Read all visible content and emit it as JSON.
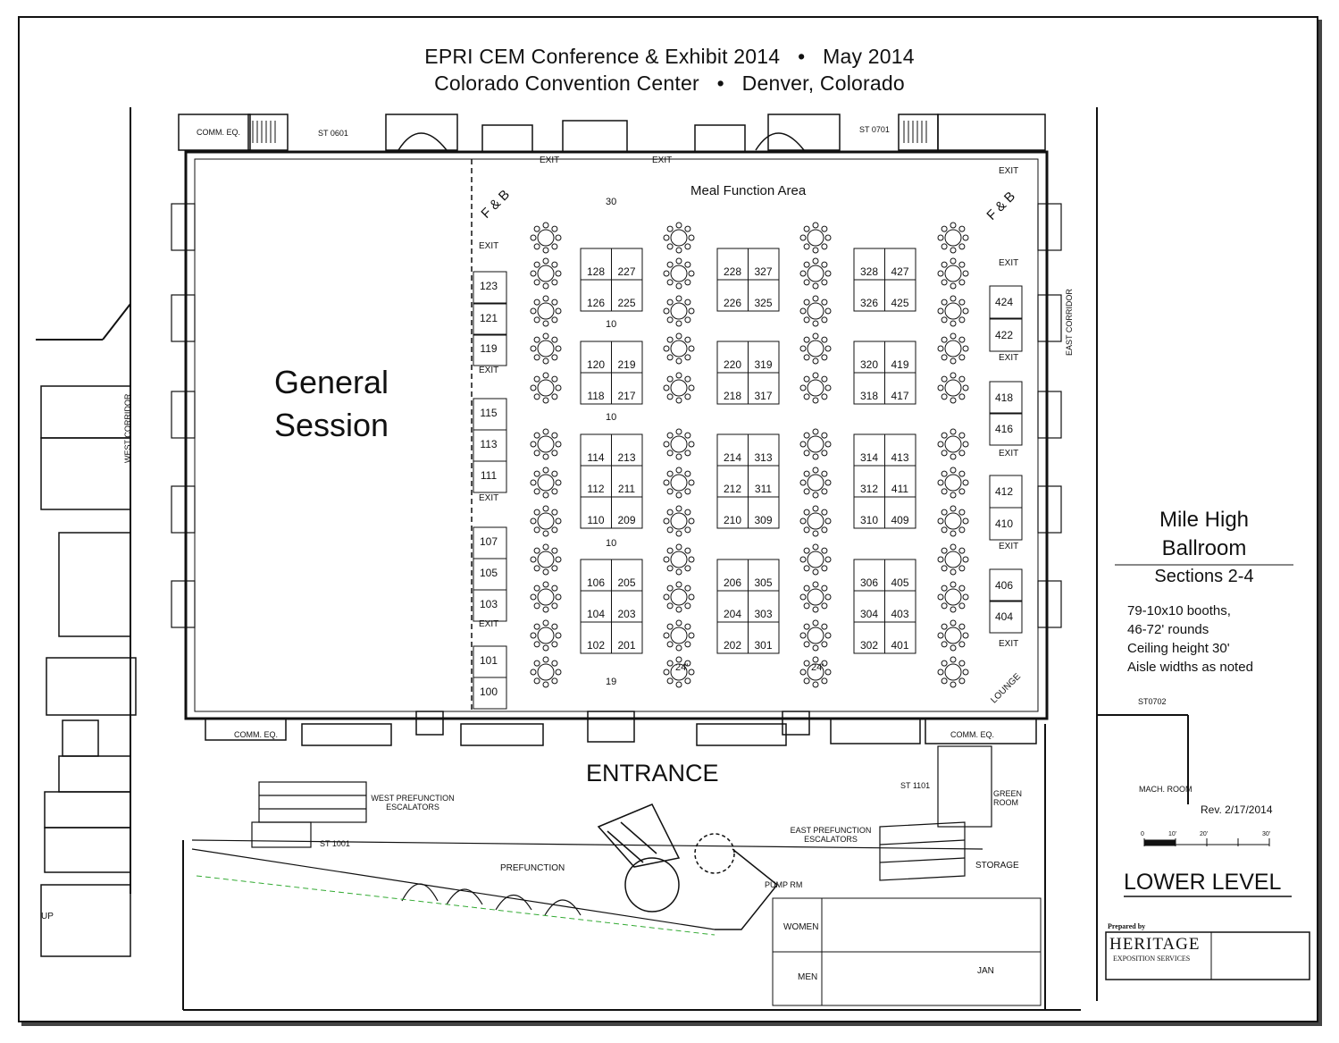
{
  "header": {
    "line1_left": "EPRI CEM Conference & Exhibit 2014",
    "line1_right": "May 2014",
    "line2_left": "Colorado Convention Center",
    "line2_right": "Denver, Colorado",
    "separator": "•"
  },
  "areas": {
    "general_session_line1": "General",
    "general_session_line2": "Session",
    "meal_function": "Meal Function Area",
    "entrance": "ENTRANCE",
    "fb_left": "F & B",
    "fb_right": "F & B",
    "lounge": "LOUNGE",
    "west_corridor": "WEST CORRIDOR",
    "east_corridor": "EAST CORRIDOR",
    "prefunction": "PREFUNCTION",
    "west_escalators": "WEST PREFUNCTION ESCALATORS",
    "east_escalators": "EAST PREFUNCTION ESCALATORS",
    "storage": "STORAGE",
    "green_room": "GREEN ROOM",
    "women": "WOMEN",
    "men": "MEN",
    "jan": "JAN",
    "pump_rm": "PUMP RM",
    "up": "UP",
    "comm_eq": "COMM. EQ.",
    "st0601": "ST 0601",
    "st0701": "ST 0701",
    "st1101": "ST 1101",
    "st1001": "ST 1001",
    "st0702": "ST0702",
    "mach_room": "MACH. ROOM",
    "exit": "EXIT"
  },
  "aisles": {
    "a30": "30",
    "a10": "10",
    "a19": "19",
    "a24": "24'"
  },
  "booths": {
    "col100": [
      "123",
      "121",
      "119",
      "115",
      "113",
      "111",
      "107",
      "105",
      "103",
      "101",
      "100"
    ],
    "block_a": [
      [
        "128",
        "227"
      ],
      [
        "126",
        "225"
      ]
    ],
    "block_b": [
      [
        "120",
        "219"
      ],
      [
        "118",
        "217"
      ]
    ],
    "block_c": [
      [
        "114",
        "213"
      ],
      [
        "112",
        "211"
      ],
      [
        "110",
        "209"
      ]
    ],
    "block_d": [
      [
        "106",
        "205"
      ],
      [
        "104",
        "203"
      ],
      [
        "102",
        "201"
      ]
    ],
    "block_e": [
      [
        "228",
        "327"
      ],
      [
        "226",
        "325"
      ]
    ],
    "block_f": [
      [
        "220",
        "319"
      ],
      [
        "218",
        "317"
      ]
    ],
    "block_g": [
      [
        "214",
        "313"
      ],
      [
        "212",
        "311"
      ],
      [
        "210",
        "309"
      ]
    ],
    "block_h": [
      [
        "206",
        "305"
      ],
      [
        "204",
        "303"
      ],
      [
        "202",
        "301"
      ]
    ],
    "block_i": [
      [
        "328",
        "427"
      ],
      [
        "326",
        "425"
      ]
    ],
    "block_j": [
      [
        "320",
        "419"
      ],
      [
        "318",
        "417"
      ]
    ],
    "block_k": [
      [
        "314",
        "413"
      ],
      [
        "312",
        "411"
      ],
      [
        "310",
        "409"
      ]
    ],
    "block_l": [
      [
        "306",
        "405"
      ],
      [
        "304",
        "403"
      ],
      [
        "302",
        "401"
      ]
    ],
    "col400": [
      [
        "424",
        "422"
      ],
      [
        "418",
        "416"
      ],
      [
        "412",
        "410"
      ],
      [
        "406",
        "404"
      ]
    ]
  },
  "legend": {
    "ballroom1": "Mile High",
    "ballroom2": "Ballroom",
    "sections": "Sections 2-4",
    "note1": "79-10x10 booths,",
    "note2": "46-72' rounds",
    "note3": "Ceiling height 30'",
    "note4": "Aisle widths as noted",
    "rev": "Rev. 2/17/2014",
    "level": "LOWER LEVEL",
    "prepared_by": "Prepared by",
    "company": "HERITAGE",
    "company_sub": "EXPOSITION SERVICES",
    "scale0": "0",
    "scale10": "10'",
    "scale20": "20'",
    "scale30": "30'"
  },
  "colors": {
    "line": "#111111",
    "accent_red": "#cc0000",
    "dash_green": "#33aa33",
    "yellow": "#e8d000"
  }
}
